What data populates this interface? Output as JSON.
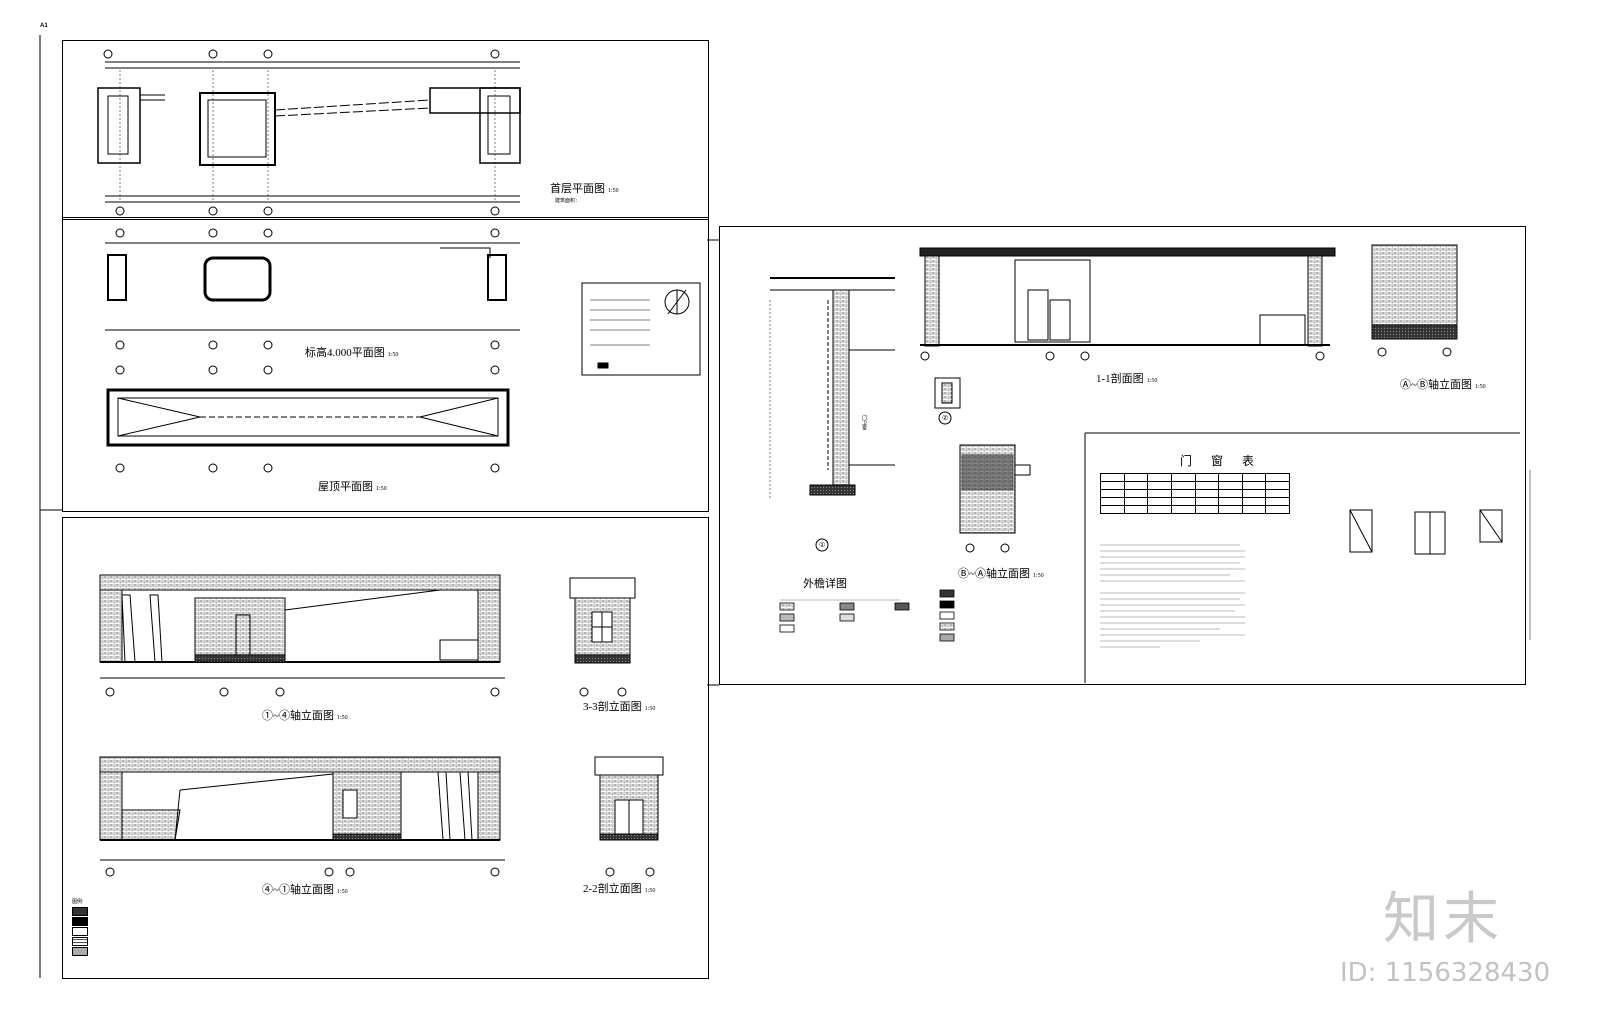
{
  "sheet_label": "A1",
  "plans": {
    "ground_floor_title": "首层平面图",
    "ground_floor_scale": "1:50",
    "ground_floor_note": "建筑面积：",
    "mid_plan_title": "标高4.000平面图",
    "mid_plan_scale": "1:50",
    "roof_plan_title": "屋顶平面图",
    "roof_plan_scale": "1:50"
  },
  "elevations": {
    "elev_a_title": "①~④轴立面图",
    "elev_a_scale": "1:50",
    "elev_33_title": "3-3剖立面图",
    "elev_33_scale": "1:50",
    "elev_b_title": "④~①轴立面图",
    "elev_b_scale": "1:50",
    "elev_22_title": "2-2剖立面图",
    "elev_22_scale": "1:50"
  },
  "right_sheet": {
    "section_11_title": "1-1剖面图",
    "section_11_scale": "1:50",
    "elev_ab_title": "Ⓐ~Ⓑ轴立面图",
    "elev_ab_scale": "1:50",
    "elev_ba_title": "Ⓑ~Ⓐ轴立面图",
    "elev_ba_scale": "1:50",
    "eave_detail_title": "外檐详图",
    "door_window_table_title": "门 窗 表",
    "detail_marker_1": "①",
    "detail_marker_2": "②",
    "room_label": "门卫室"
  },
  "legend": {
    "title": "图例:"
  },
  "watermark": {
    "brand": "知末",
    "id": "ID: 1156328430"
  },
  "colors": {
    "line": "#000000",
    "hatch": "#555555",
    "watermark": "#c9c9c9"
  }
}
